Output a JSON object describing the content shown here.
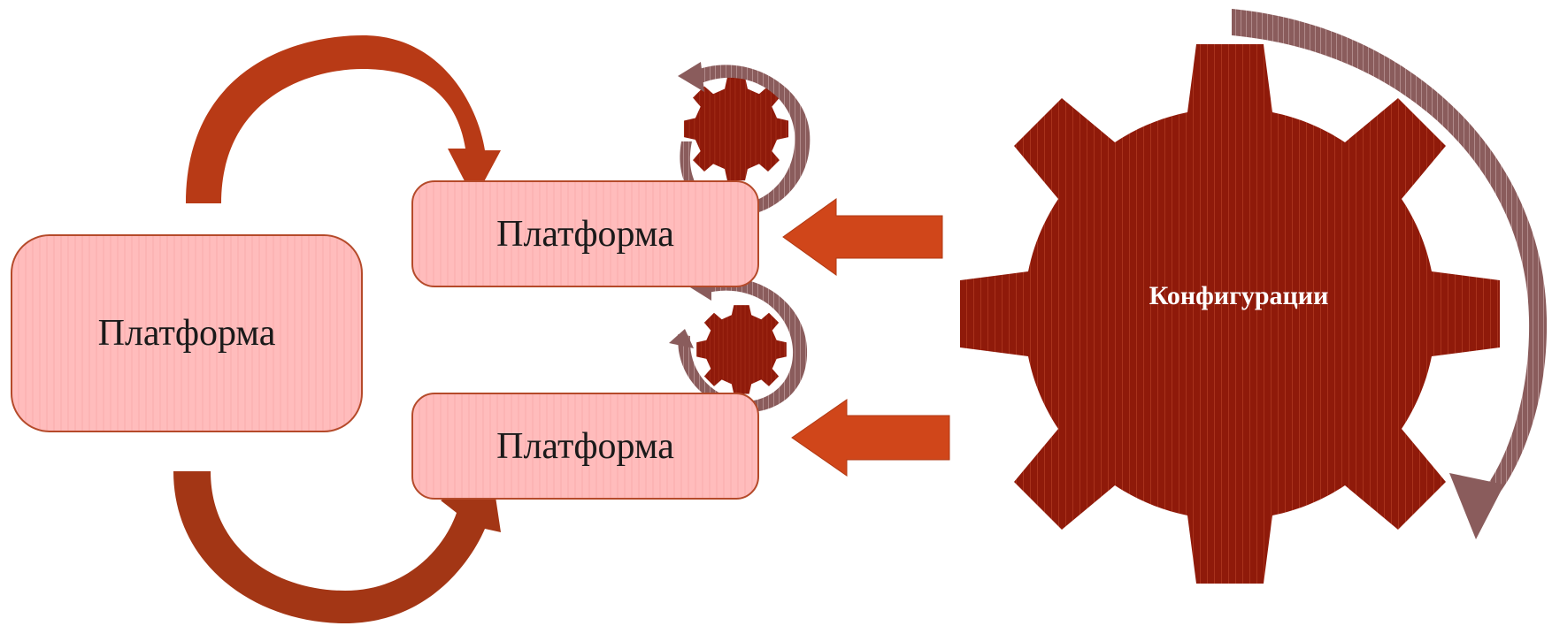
{
  "diagram": {
    "main_box_label": "Платформа",
    "top_box_label": "Платформа",
    "bottom_box_label": "Платформа",
    "gear_label": "Конфигурации"
  },
  "colors": {
    "box_fill": "#ffbcbc",
    "box_border": "#b54a2a",
    "arrow_orange": "#d0461a",
    "arrow_dark": "#a33615",
    "gear_fill": "#8f1a0a",
    "rotation_arrow": "#8a5c5c"
  }
}
